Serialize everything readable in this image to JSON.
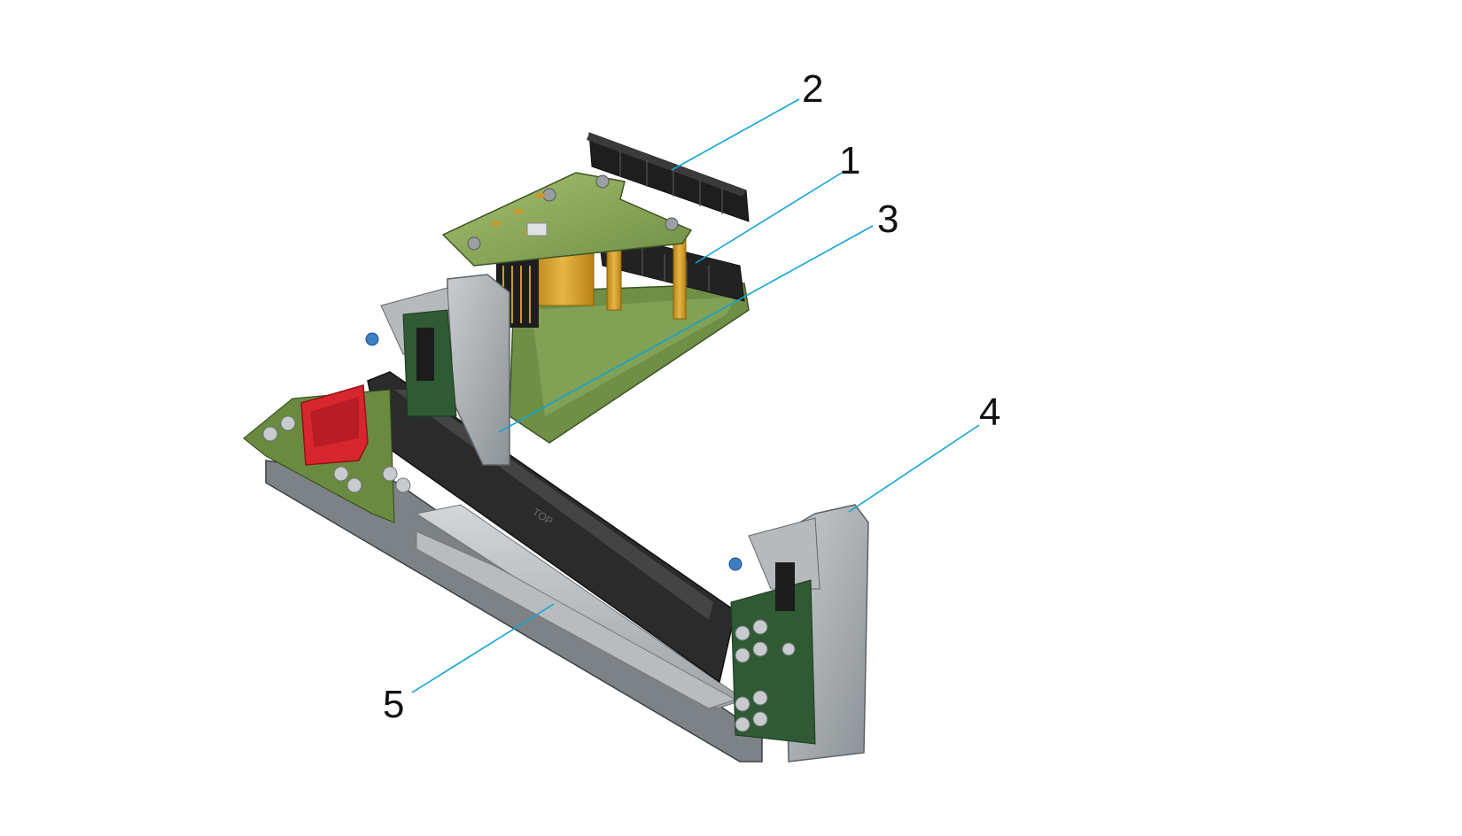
{
  "callouts": [
    {
      "id": "1",
      "label": "1"
    },
    {
      "id": "2",
      "label": "2"
    },
    {
      "id": "3",
      "label": "3"
    },
    {
      "id": "4",
      "label": "4"
    },
    {
      "id": "5",
      "label": "5"
    }
  ],
  "board_marking": "TOP",
  "colors": {
    "leader": "#13a3d6",
    "pcb_green": "#8cab5c",
    "pcb_dark": "#2f5a34",
    "metal": "#9aa0a4",
    "metal_dark": "#5d6266",
    "connector": "#1f1f1f",
    "latch_red": "#d8262e",
    "flex_gold": "#d6a12a",
    "thumbscrew_blue": "#3b7fc4"
  }
}
